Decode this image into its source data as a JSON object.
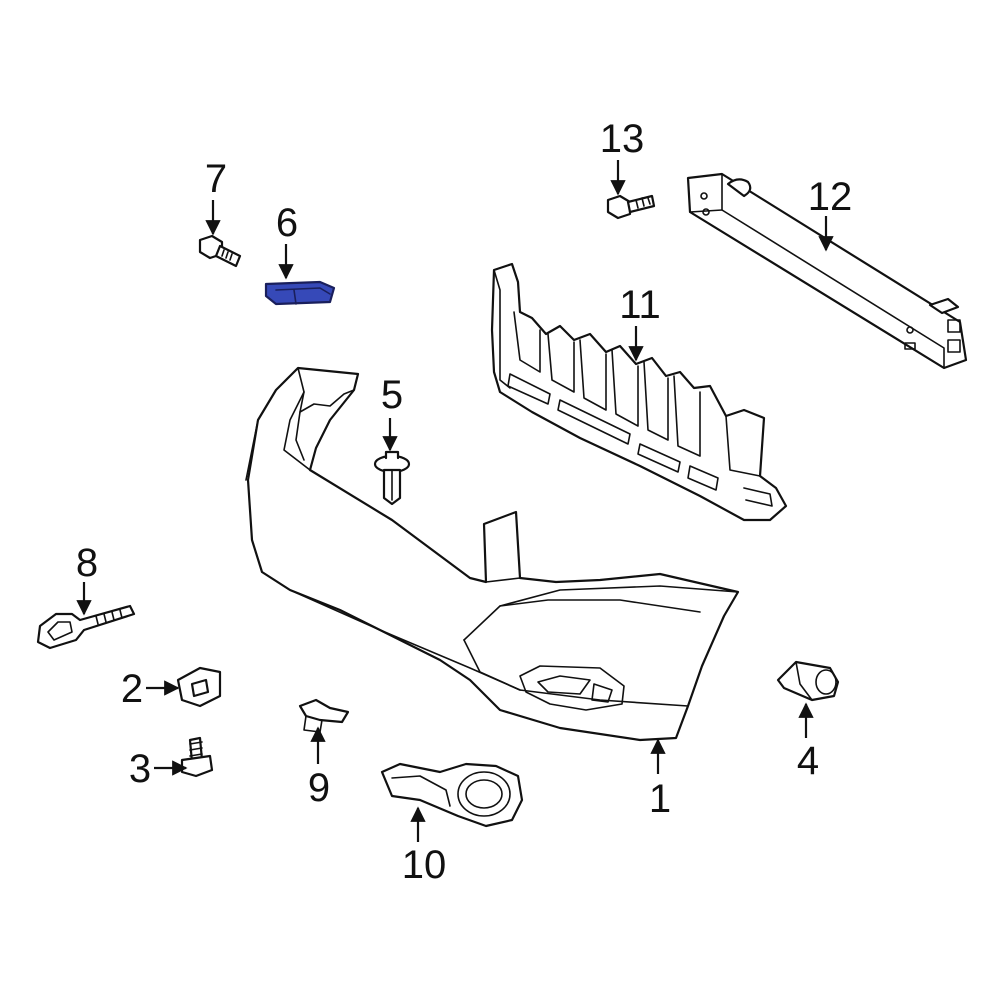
{
  "highlight_color": "#3649b8",
  "callouts": {
    "c1": "1",
    "c2": "2",
    "c3": "3",
    "c4": "4",
    "c5": "5",
    "c6": "6",
    "c7": "7",
    "c8": "8",
    "c9": "9",
    "c10": "10",
    "c11": "11",
    "c12": "12",
    "c13": "13"
  },
  "highlighted_callout": "6"
}
